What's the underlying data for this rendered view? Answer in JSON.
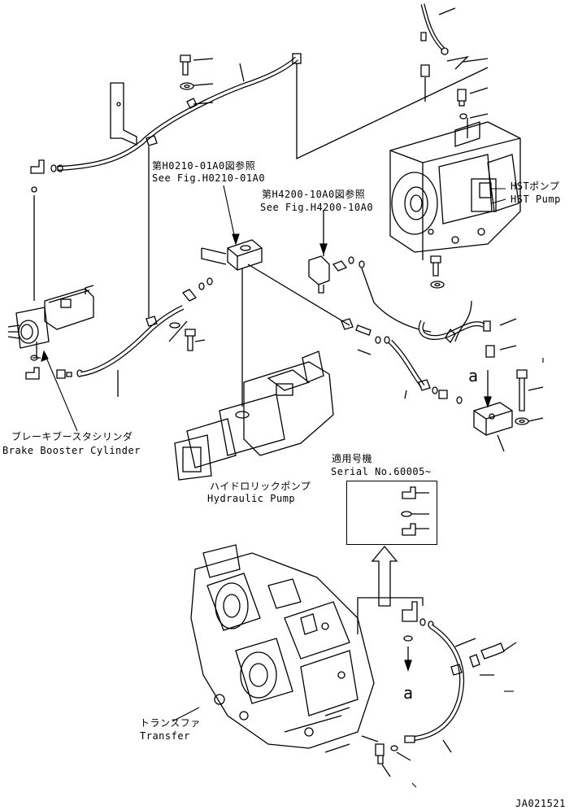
{
  "labels": {
    "ref_h0210_jp": "第H0210-01A0図参照",
    "ref_h0210_en": "See Fig.H0210-01A0",
    "ref_h4200_jp": "第H4200-10A0図参照",
    "ref_h4200_en": "See Fig.H4200-10A0",
    "hst_pump_jp": "HSTポンプ",
    "hst_pump_en": "HST Pump",
    "brake_booster_jp": "ブレーキブースタシリンダ",
    "brake_booster_en": "Brake Booster Cylinder",
    "hydraulic_pump_jp": "ハイドロリックポンプ",
    "hydraulic_pump_en": "Hydraulic Pump",
    "serial_jp": "適用号機",
    "serial_en": "Serial No.60005~",
    "transfer_jp": "トランスファ",
    "transfer_en": "Transfer",
    "connector_a_1": "a",
    "connector_a_2": "a",
    "drawing_no": "JA021521"
  }
}
